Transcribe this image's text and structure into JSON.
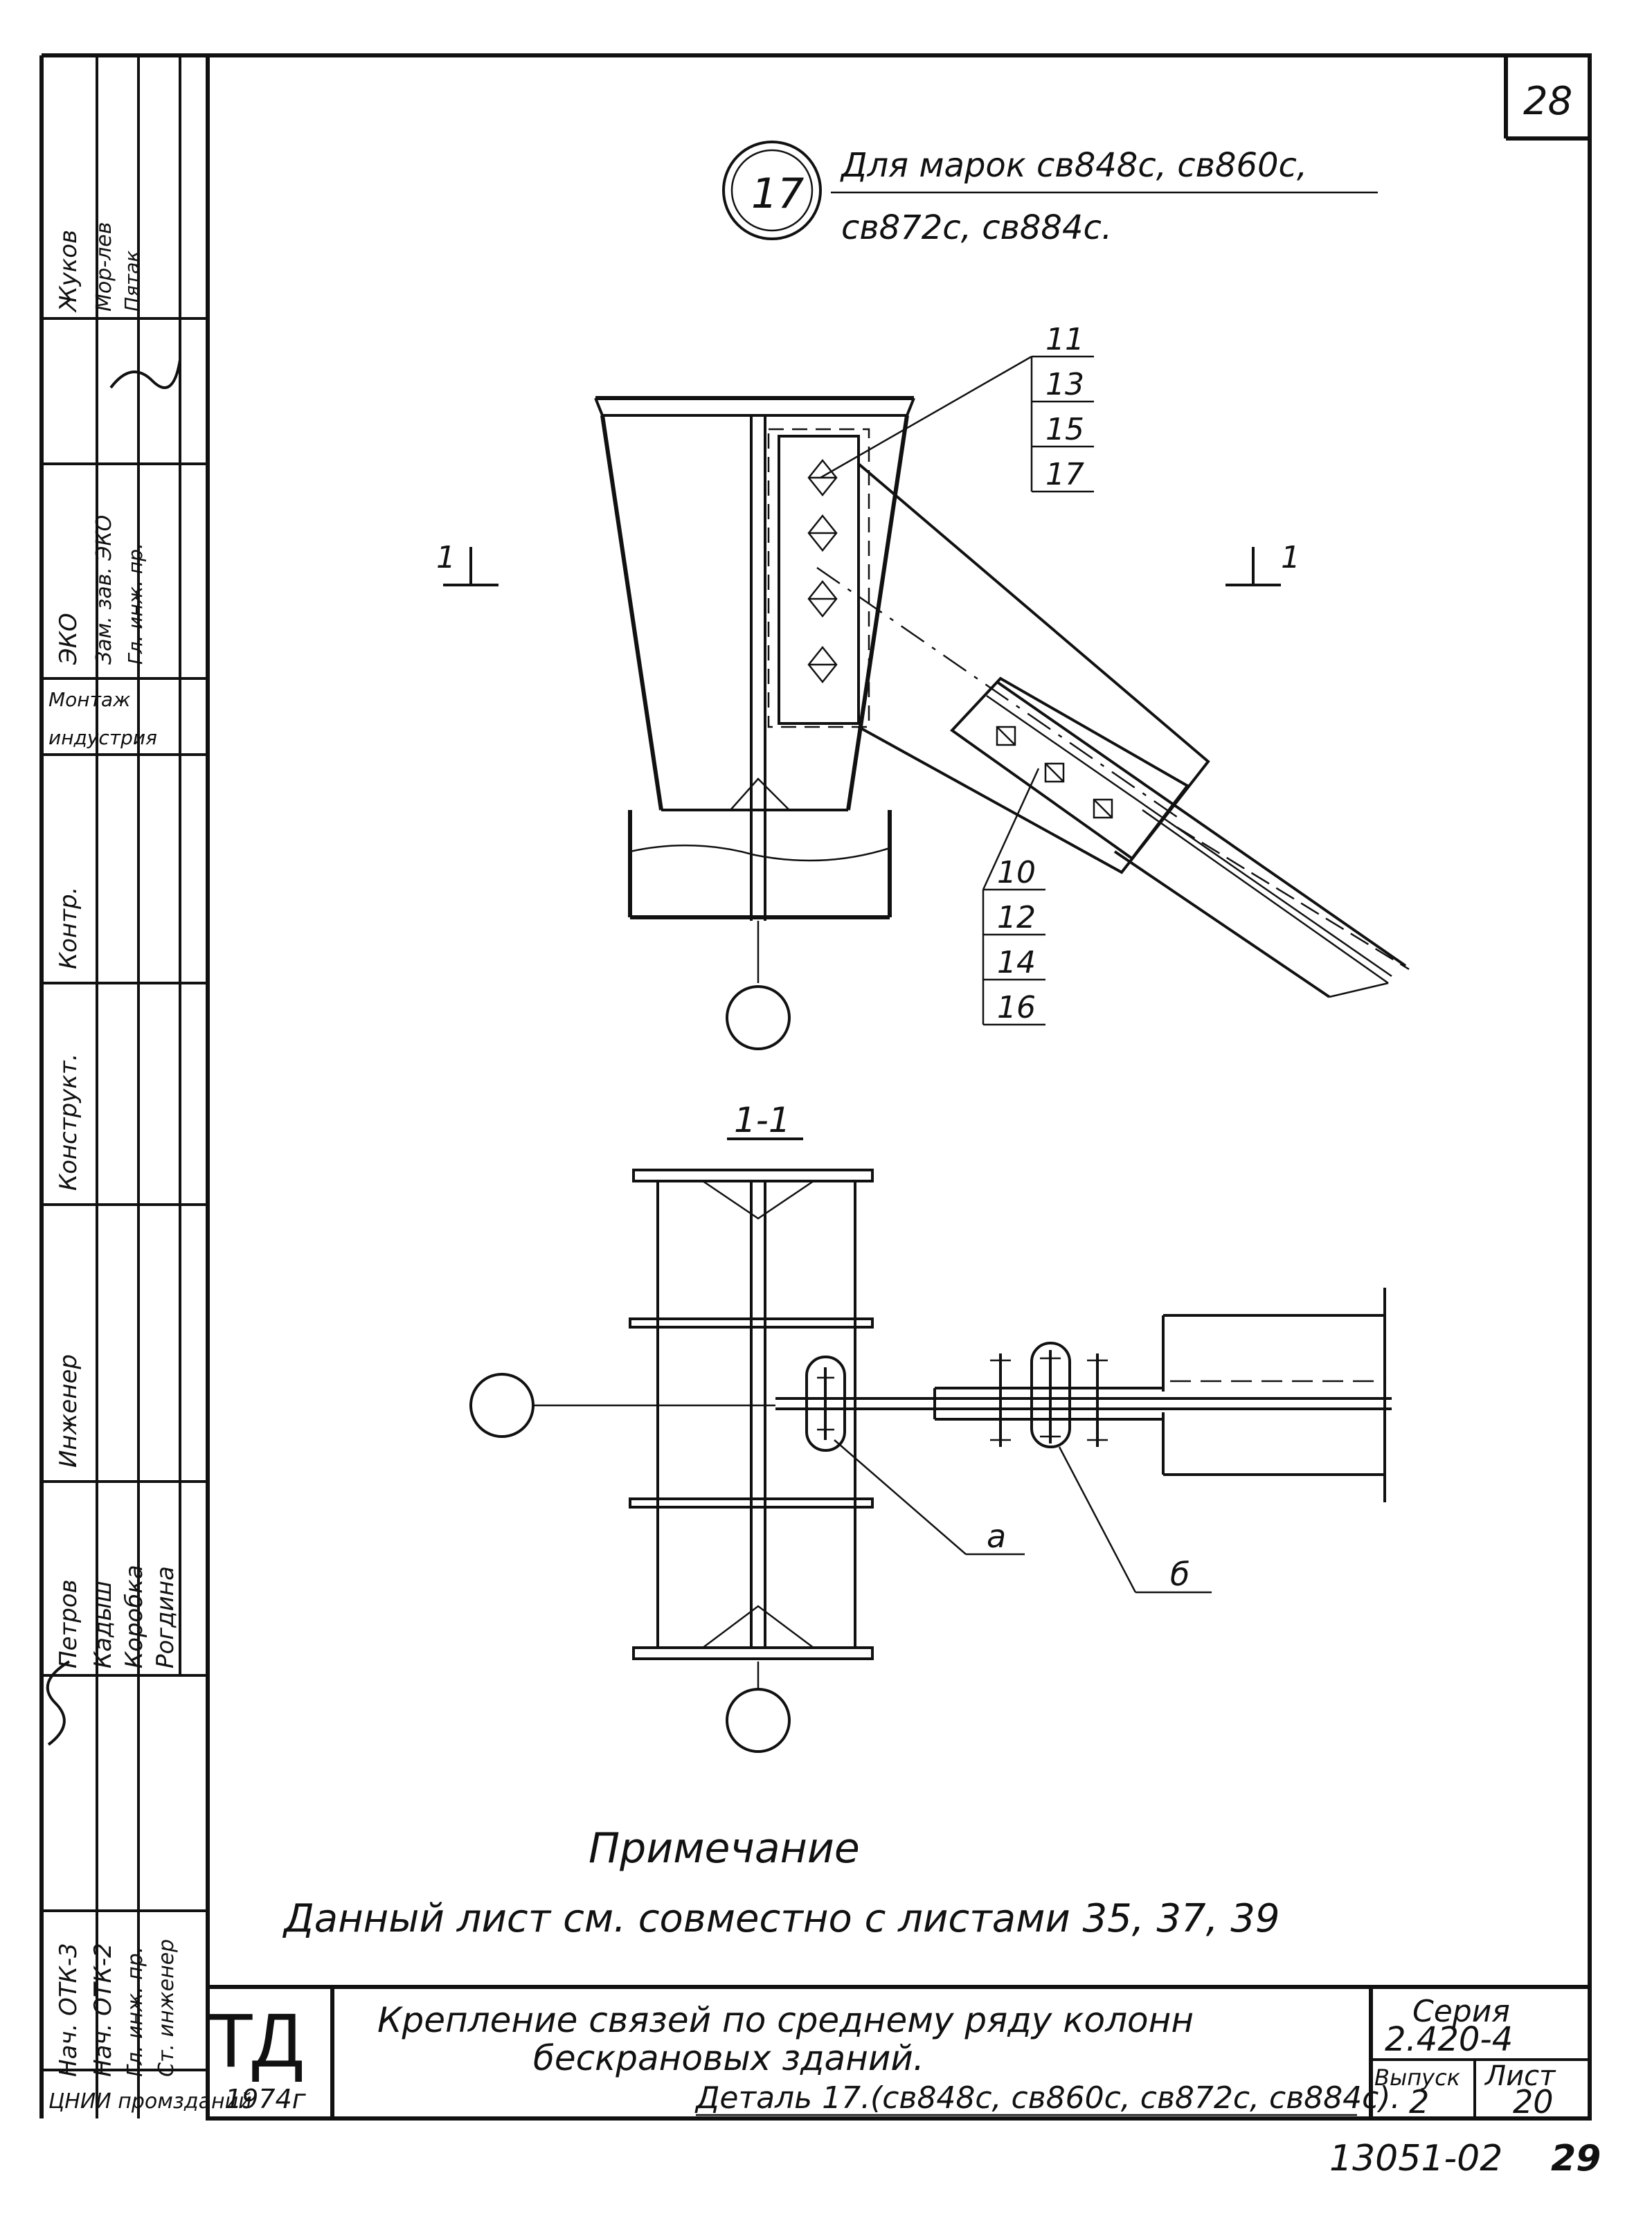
{
  "sheet": {
    "page_number_top": "28",
    "bottom_code": "13051-02",
    "bottom_page": "29"
  },
  "detail_callout": {
    "number": "17",
    "label_line1": "Для марок св848с, св860с,",
    "label_line2": "св872с, св884с."
  },
  "elevation": {
    "section_mark_left": "1",
    "section_mark_right": "1",
    "top_refs": [
      "11",
      "13",
      "15",
      "17"
    ],
    "bottom_refs": [
      "10",
      "12",
      "14",
      "16"
    ]
  },
  "section_view": {
    "title": "1-1",
    "label_a": "а",
    "label_b": "б"
  },
  "note": {
    "heading": "Примечание",
    "text": "Данный лист см. совместно с листами 35, 37, 39"
  },
  "title_block": {
    "org_logo": "ТД",
    "org_name": "ЦНИИ промзданий",
    "year": "1974г",
    "title_line1": "Крепление связей по среднему ряду колонн",
    "title_line2": "бескрановых зданий.",
    "title_line3": "Деталь 17.(св848с, св860с, св872с, св884с).",
    "series_label": "Серия",
    "series_value": "2.420-4",
    "issue_label": "Выпуск",
    "issue_value": "2",
    "sheet_label": "Лист",
    "sheet_value": "20"
  },
  "side_stamp": {
    "roles": [
      "Нач. ОТК-3",
      "Нач. ОТК-2",
      "Гл. инж. пр.",
      "Ст. инженер"
    ],
    "names": [
      "Петров",
      "Кадыш",
      "Коробка",
      "Рогдина"
    ],
    "upper_roles": [
      "Гл. инж. пр.",
      "Зам. зав. ЭКО",
      "ЭКО"
    ],
    "upper_names": [
      "Жуков",
      "Мор-лев",
      "Пятак"
    ],
    "dept": [
      "Монтаж",
      "индустрия"
    ],
    "mid_labels": [
      "Контр.",
      "Конструкт.",
      "Инженер"
    ]
  }
}
